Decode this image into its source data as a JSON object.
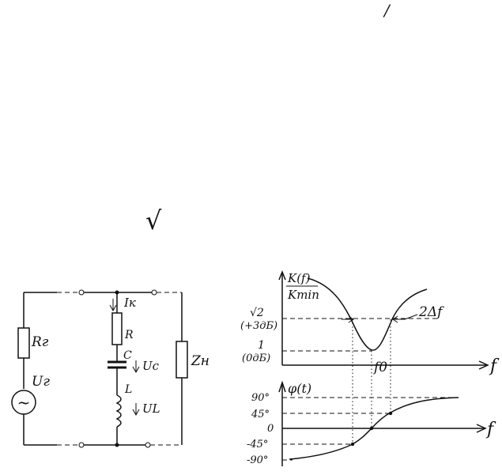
{
  "top_marks": {
    "slash": "/",
    "radical": "√"
  },
  "circuit": {
    "source_resistor": "Rг",
    "source_voltage": "Uг",
    "source_symbol": "~",
    "branch_current": "Iк",
    "resistor": "R",
    "capacitor": "C",
    "capacitor_voltage": "Uc",
    "inductor": "L",
    "inductor_voltage": "UL",
    "load": "Zн"
  },
  "magnitude_plot": {
    "ylabel_top": "K(f)",
    "ylabel_bottom": "Kmin",
    "x_label": "f",
    "tick_sqrt2": "√2",
    "tick_sqrt2_db": "(+3дБ)",
    "tick_one": "1",
    "tick_one_db": "(0дБ)",
    "f0_label": "f0",
    "bandwidth_label": "2Δf"
  },
  "phase_plot": {
    "ylabel": "φ(t)",
    "x_label": "f",
    "ticks": [
      "90°",
      "45°",
      "0",
      "-45°",
      "-90°"
    ]
  }
}
